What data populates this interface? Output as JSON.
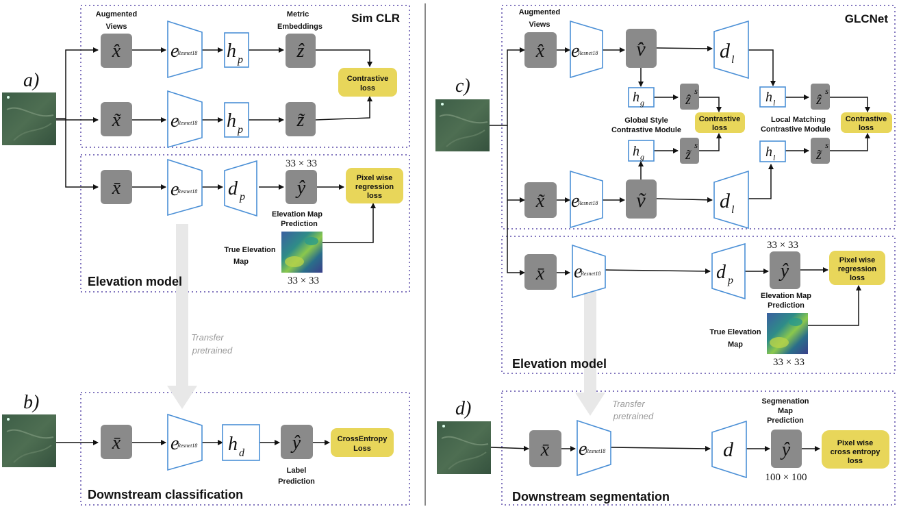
{
  "sections": {
    "a": "a)",
    "b": "b)",
    "c": "c)",
    "d": "d)"
  },
  "panels": {
    "simclr": "Sim CLR",
    "glcnet": "GLCNet",
    "elevation_left": "Elevation model",
    "elevation_right": "Elevation model",
    "downstream_class": "Downstream classification",
    "downstream_seg": "Downstream segmentation"
  },
  "labels": {
    "augmented": "Augmented",
    "views": "Views",
    "metric": "Metric",
    "embeddings": "Embeddings",
    "contrastive1": "Contrastive",
    "contrastive2": "loss",
    "pixel_reg_1": "Pixel wise",
    "pixel_reg_2": "regression",
    "pixel_reg_3": "loss",
    "elev_pred_1": "Elevation Map",
    "elev_pred_2": "Prediction",
    "true_elev_1": "True Elevation",
    "true_elev_2": "Map",
    "size_33": "33 × 33",
    "ce_1": "CrossEntropy",
    "ce_2": "Loss",
    "label_pred_1": "Label",
    "label_pred_2": "Prediction",
    "global_style_1": "Global Style",
    "global_style_2": "Contrastive Module",
    "local_match_1": "Local Matching",
    "local_match_2": "Contrastive Module",
    "seg_pred_1": "Segmenation",
    "seg_pred_2": "Map",
    "seg_pred_3": "Prediction",
    "pixel_ce_1": "Pixel wise",
    "pixel_ce_2": "cross entropy",
    "pixel_ce_3": "loss",
    "size_100": "100 × 100",
    "transfer_1": "Transfer",
    "transfer_2": "pretrained"
  },
  "symbols": {
    "x_hat": "x̂",
    "x_tilde": "x̃",
    "x_bar": "x̄",
    "z_hat": "ẑ",
    "z_tilde": "z̃",
    "y_hat": "ŷ",
    "v_hat": "v̂",
    "v_tilde": "ṽ",
    "e": "e",
    "resnet": "Resnet18",
    "h": "h",
    "d": "d",
    "sub_p": "p",
    "sub_d": "d",
    "sub_g": "g",
    "sub_l": "l",
    "sup_s": "s"
  },
  "colors": {
    "gray_box": "#8a8a8a",
    "encoder_stroke": "#4a8fd6",
    "loss_fill": "#e8d65a",
    "dotted_border": "#5a4aa8",
    "transfer_arrow": "#e8e8e8"
  }
}
